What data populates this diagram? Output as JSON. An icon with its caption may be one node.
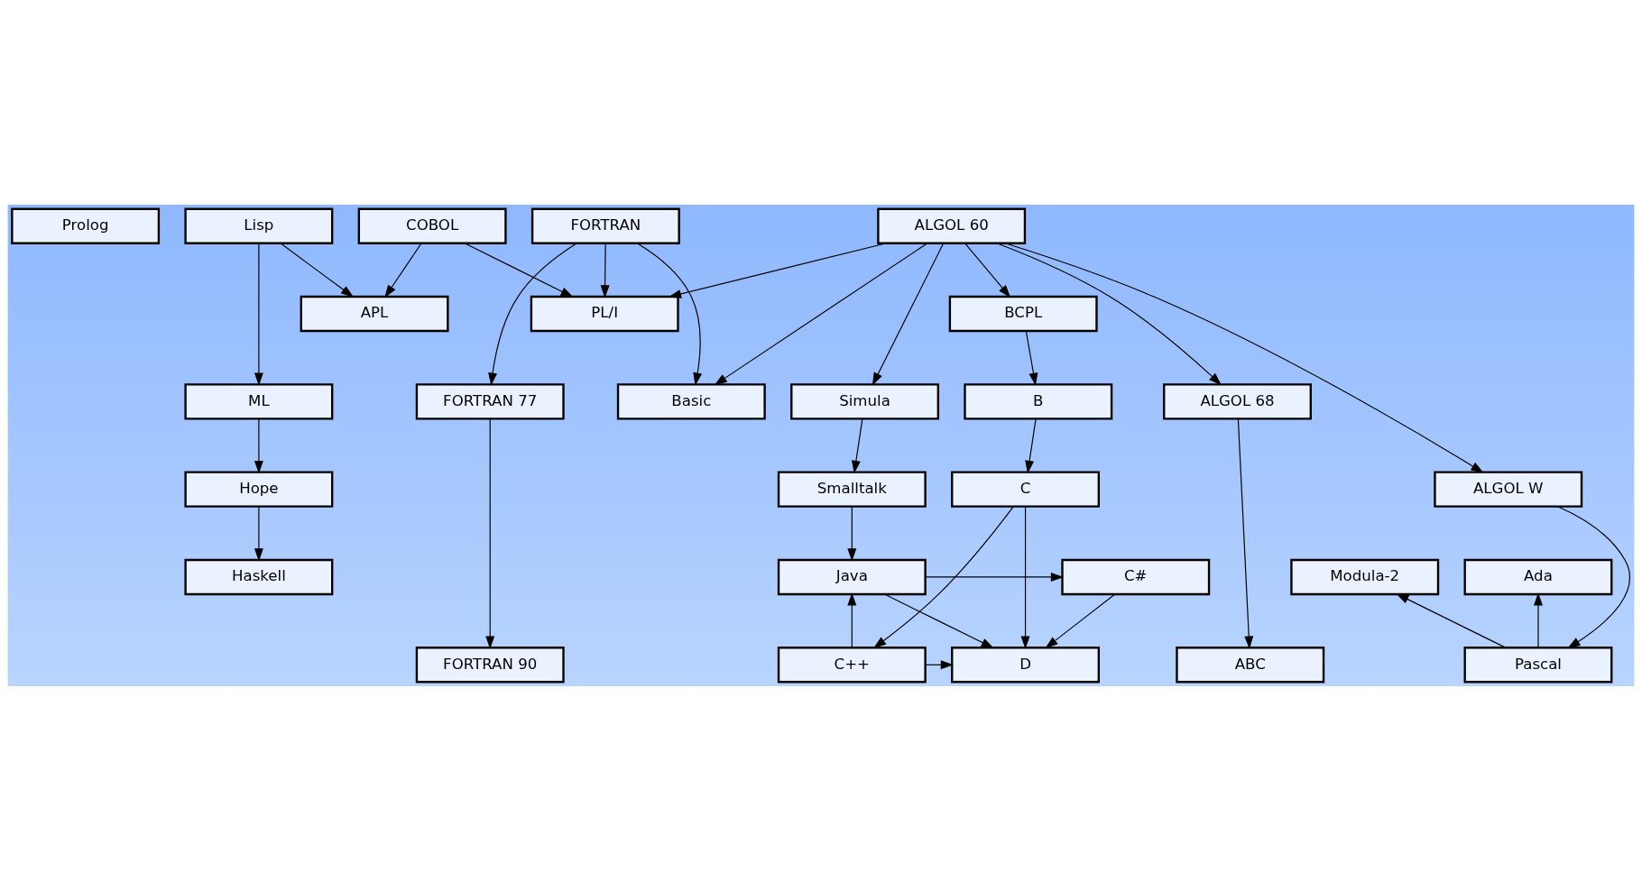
{
  "diagram": {
    "nodes": [
      {
        "text": [
          "Prolog"
        ]
      },
      {
        "text": [
          "Lisp"
        ]
      },
      {
        "text": [
          "COBOL"
        ]
      },
      {
        "text": [
          "FORTRAN"
        ]
      },
      {
        "text": [
          "ALGOL 60"
        ]
      },
      {
        "text": [
          "APL"
        ]
      },
      {
        "text": [
          "PL/I"
        ]
      },
      {
        "text": [
          "BCPL"
        ]
      },
      {
        "text": [
          "ML"
        ]
      },
      {
        "text": [
          "FORTRAN 77"
        ]
      },
      {
        "text": [
          "Basic"
        ]
      },
      {
        "text": [
          "ALGOL 68"
        ]
      },
      {
        "text": [
          "Simula"
        ]
      },
      {
        "text": [
          "B"
        ]
      },
      {
        "text": [
          "Hope"
        ]
      },
      {
        "text": [
          "ALGOL W"
        ]
      },
      {
        "text": [
          "Smalltalk"
        ]
      },
      {
        "text": [
          "C"
        ]
      },
      {
        "text": [
          "FORTRAN 90"
        ]
      },
      {
        "text": [
          "ABC"
        ]
      },
      {
        "text": [
          "Pascal"
        ]
      },
      {
        "text": [
          "D"
        ]
      },
      {
        "text": [
          "C++"
        ]
      },
      {
        "text": [
          "Haskell"
        ]
      },
      {
        "text": [
          "Modula-2"
        ]
      },
      {
        "text": [
          "Ada"
        ]
      },
      {
        "text": [
          "C#"
        ]
      },
      {
        "text": [
          "Java"
        ]
      }
    ],
    "edges": [
      {
        "from": 1,
        "to": 8,
        "arrow": "to"
      },
      {
        "from": 1,
        "to": 5,
        "arrow": "to"
      },
      {
        "from": 2,
        "to": 5,
        "arrow": "to"
      },
      {
        "from": 2,
        "to": 6,
        "arrow": "to"
      },
      {
        "from": 3,
        "to": 9,
        "arrow": "to"
      },
      {
        "from": 3,
        "to": 10,
        "arrow": "to"
      },
      {
        "from": 3,
        "to": 6,
        "arrow": "to"
      },
      {
        "from": 4,
        "to": 6,
        "arrow": "to"
      },
      {
        "from": 4,
        "to": 10,
        "arrow": "to"
      },
      {
        "from": 4,
        "to": 11,
        "arrow": "to"
      },
      {
        "from": 4,
        "to": 15,
        "arrow": "to"
      },
      {
        "from": 4,
        "to": 12,
        "arrow": "to"
      },
      {
        "from": 4,
        "to": 7,
        "arrow": "to"
      },
      {
        "from": 7,
        "to": 13,
        "arrow": "to"
      },
      {
        "from": 8,
        "to": 14,
        "arrow": "to"
      },
      {
        "from": 9,
        "to": 18,
        "arrow": "to"
      },
      {
        "from": 11,
        "to": 19,
        "arrow": "to"
      },
      {
        "from": 12,
        "to": 16,
        "arrow": "to"
      },
      {
        "from": 13,
        "to": 17,
        "arrow": "to"
      },
      {
        "from": 14,
        "to": 23,
        "arrow": "to"
      },
      {
        "from": 15,
        "to": 20,
        "arrow": "to"
      },
      {
        "from": 16,
        "to": 27,
        "arrow": "to"
      },
      {
        "from": 17,
        "to": 21,
        "arrow": "to"
      },
      {
        "from": 17,
        "to": 22,
        "arrow": "to"
      },
      {
        "from": 22,
        "to": 21,
        "arrow": "to"
      },
      {
        "from": 22,
        "to": 27,
        "arrow": "to"
      },
      {
        "from": 20,
        "to": 24,
        "arrow": "to"
      },
      {
        "from": 20,
        "to": 25,
        "arrow": "to"
      },
      {
        "from": 27,
        "to": 21,
        "arrow": "to"
      },
      {
        "from": 27,
        "to": 26,
        "arrow": "to"
      },
      {
        "from": 26,
        "to": 21,
        "arrow": "to"
      }
    ]
  }
}
